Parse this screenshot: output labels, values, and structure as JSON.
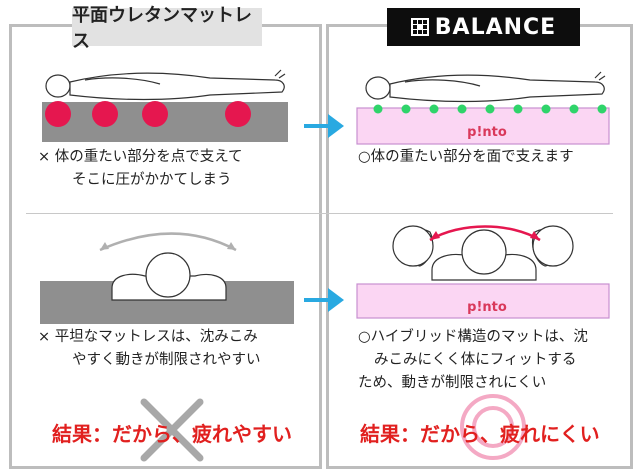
{
  "left_header": "平面ウレタンマットレス",
  "right_header": "BALANCE",
  "brand_label": "p!nto",
  "top_left": {
    "line1": "× 体の重たい部分を点で支えて",
    "line2": "そこに圧がかかてしまう"
  },
  "top_right": {
    "line1": "○体の重たい部分を面で支えます"
  },
  "bottom_left": {
    "line1": "× 平坦なマットレスは、沈みこみ",
    "line2": "やすく動きが制限されやすい"
  },
  "bottom_right": {
    "line1": "○ハイブリッド構造のマットは、沈",
    "line2": "みこみにくく体にフィットする",
    "line3": "ため、動きが制限されにくい"
  },
  "result_left": "結果：だから、疲れやすい",
  "result_right": "結果：だから、疲れにくい",
  "colors": {
    "pressure": "#e5174f",
    "support_dot": "#2fd46a",
    "arrow": "#29a9e1",
    "result_text": "#e1201f",
    "pink_mattress": "#fbd6f3"
  },
  "icons": [
    "arrow-right-icon",
    "cross-mark-icon",
    "circle-mark-icon"
  ]
}
